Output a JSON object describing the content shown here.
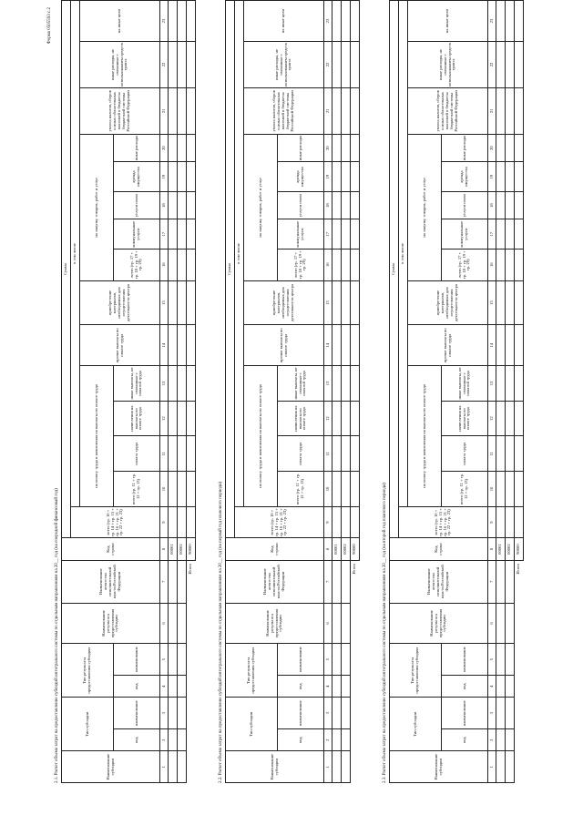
{
  "form_code": "Форма 0505593 с.2",
  "sections": [
    {
      "title": "2.1. Расчет объема затрат на предоставление субсидий интегрального системы по отдельным направлениям на 20__ год (на очередной финансовый год)",
      "row_codes": [
        "00001",
        "00002"
      ]
    },
    {
      "title": "2.2. Расчет объема затрат на предоставление субсидий интегрального системы по отдельным направлениям на 20__ год (на первый год планового периода)",
      "row_codes": [
        "00001",
        "00002"
      ]
    },
    {
      "title": "2.3. Расчет объема затрат на предоставление субсидий интегрального системы по отдельным направлениям на 20__ год (на второй год планового периода)",
      "row_codes": [
        "00001",
        "00002"
      ]
    }
  ],
  "headers": {
    "subsidy_name": "Наименование субсидии",
    "subsidy_type": "Тип субсидии",
    "result_type": "Тип результата предоставления субсидии",
    "code": "код",
    "naimenovanie": "наименование",
    "result_name": "Наименование результата предоставления субсидии",
    "agency_name": "Наименование агентства исполнительной власти Российской Федерации",
    "row_code": "Код строки",
    "total_formula": "всего (гр. 10 + гр. 14 + гр. 15 + гр. 16 + гр. 21 + гр. 22 + гр. 23)",
    "sum": "Сумма",
    "vtch": "в том числе",
    "labor_group": "на оплату труда и начисления на выплаты по оплате труда",
    "labor_total": "всего (гр. 11 + гр. 12 + гр. 13)",
    "vtch_sub": "в том числе:",
    "labor_pay": "оплата труда",
    "labor_charges": "начисления на выплаты по оплате труда",
    "labor_other": "иные выплаты, не связанные с оплатой труда",
    "other_payments": "прочие выплаты по оплате труда",
    "equip": "приобретение материалов, необходимых для осуществления деятельности центра",
    "purchase_group": "на закупку товаров, работ и услуг",
    "purchase_total": "всего (гр. 17 + гр. 18 + гр. 19 + гр. 20)",
    "comm": "коммунальные услуги",
    "comm_serv": "услуги связи",
    "rent": "аренда имущества",
    "other_exp": "иные расходы",
    "tax": "уплата налогов, сборов и иных обязательных платежей в бюджеты бюджетной системы Российской Федерации",
    "other_fin": "иные расходы, не связанные с использованием средств гранта",
    "other_sec": "на иные цели"
  },
  "col_numbers": [
    "1",
    "2",
    "3",
    "4",
    "5",
    "6",
    "7",
    "8",
    "9",
    "10",
    "11",
    "12",
    "13",
    "14",
    "15",
    "16",
    "17",
    "18",
    "19",
    "20",
    "21",
    "22",
    "23"
  ],
  "total_label": "Итого",
  "total_code": "90000"
}
